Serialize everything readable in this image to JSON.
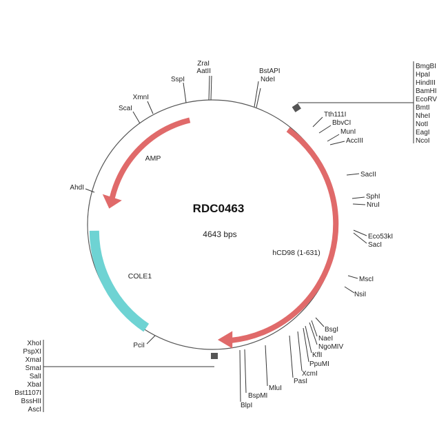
{
  "plasmid": {
    "name": "RDC0463",
    "size_label": "4643 bps"
  },
  "colors": {
    "backbone": "#555555",
    "cds_arrow": "#e06a6a",
    "ori_feature": "#6ed3d3",
    "marker": "#555555"
  },
  "features": {
    "amp": "AMP",
    "hcd98": "hCD98 (1-631)",
    "cole1": "COLE1"
  },
  "sites": {
    "zrai": "ZraI",
    "aatii": "AatII",
    "bstapi": "BstAPI",
    "ndei": "NdeI",
    "sspi": "SspI",
    "xmni": "XmnI",
    "scai": "ScaI",
    "ahdi": "AhdI",
    "tth111i": "Tth111I",
    "bbvci": "BbvCI",
    "muni": "MunI",
    "acciii": "AccIII",
    "sacii": "SacII",
    "sphi": "SphI",
    "nrui": "NruI",
    "eco53ki": "Eco53kI",
    "saci": "SacI",
    "msci": "MscI",
    "nsii": "NsiI",
    "bsgi": "BsgI",
    "naei": "NaeI",
    "ngomiv": "NgoMIV",
    "kfli": "KflI",
    "ppumi": "PpuMI",
    "xcmi": "XcmI",
    "pasi": "PasI",
    "mlui": "MluI",
    "bspmi": "BspMI",
    "blpi": "BlpI",
    "pcii": "PciI"
  },
  "cluster_top_right": [
    "BmgBI",
    "HpaI",
    "HindIII",
    "BamHI",
    "EcoRV",
    "BmtI",
    "NheI",
    "NotI",
    "EagI",
    "NcoI"
  ],
  "cluster_bottom_left": [
    "XhoI",
    "PspXI",
    "XmaI",
    "SmaI",
    "SalI",
    "XbaI",
    "Bst1107I",
    "BssHII",
    "AscI"
  ]
}
